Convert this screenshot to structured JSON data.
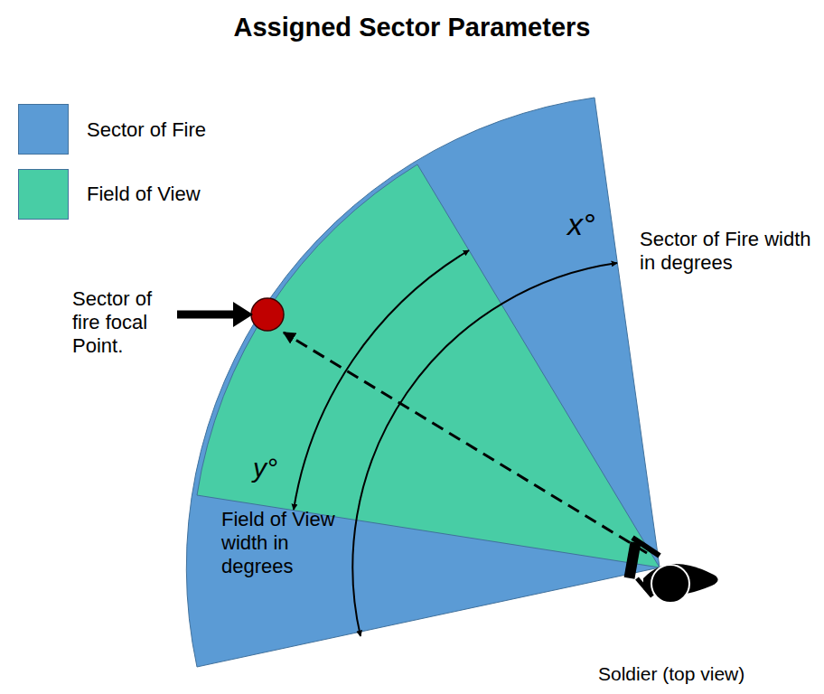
{
  "diagram": {
    "title": "Assigned Sector Parameters",
    "labels": [
      "x°",
      "Sector of Fire width in degrees",
      "Sector of fire focal Point.",
      "y°",
      "Field of View width in degrees",
      "Soldier (top view)"
    ],
    "legend": [
      {
        "text": "Sector of Fire",
        "color": "#5b9bd5"
      },
      {
        "text": "Field of View",
        "color": "#48cda5"
      }
    ]
  }
}
